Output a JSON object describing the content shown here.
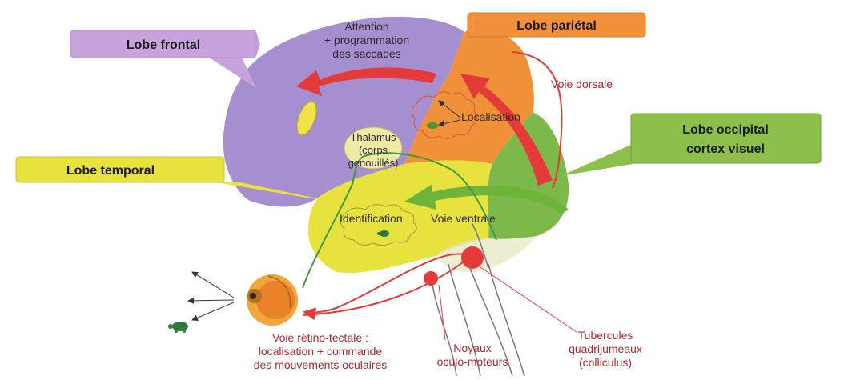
{
  "callouts": {
    "frontal": "Lobe frontal",
    "parietal": "Lobe pariétal",
    "occipital_line1": "Lobe occipital",
    "occipital_line2": "cortex visuel",
    "temporal": "Lobe temporal"
  },
  "labels": {
    "attention_line1": "Attention",
    "attention_line2": "+ programmation",
    "attention_line3": "des saccades",
    "voie_dorsale": "Voie dorsale",
    "localisation": "Localisation",
    "thalamus_line1": "Thalamus",
    "thalamus_line2": "(corps",
    "thalamus_line3": "genouillés)",
    "identification": "Identification",
    "voie_ventrale": "Voie ventrale",
    "retino_line1": "Voie rétino-tectale :",
    "retino_line2": "localisation + commande",
    "retino_line3": "des mouvements oculaires",
    "noyaux_line1": "Noyaux",
    "noyaux_line2": "oculo-moteurs",
    "tubercules_line1": "Tubercules",
    "tubercules_line2": "quadrijumeaux",
    "tubercules_line3": "(colliculus)"
  },
  "colors": {
    "frontal": "#a58fd0",
    "parietal": "#f0913a",
    "occipital": "#7db84a",
    "temporal": "#e8e23e",
    "callout_frontal": "#c7a3dc",
    "callout_parietal": "#f0913a",
    "callout_occipital": "#8cc04a",
    "callout_temporal": "#e8e23e",
    "arrow_red": "#e43a3a",
    "arrow_green": "#6fb43a",
    "text_red": "#b3252a"
  }
}
